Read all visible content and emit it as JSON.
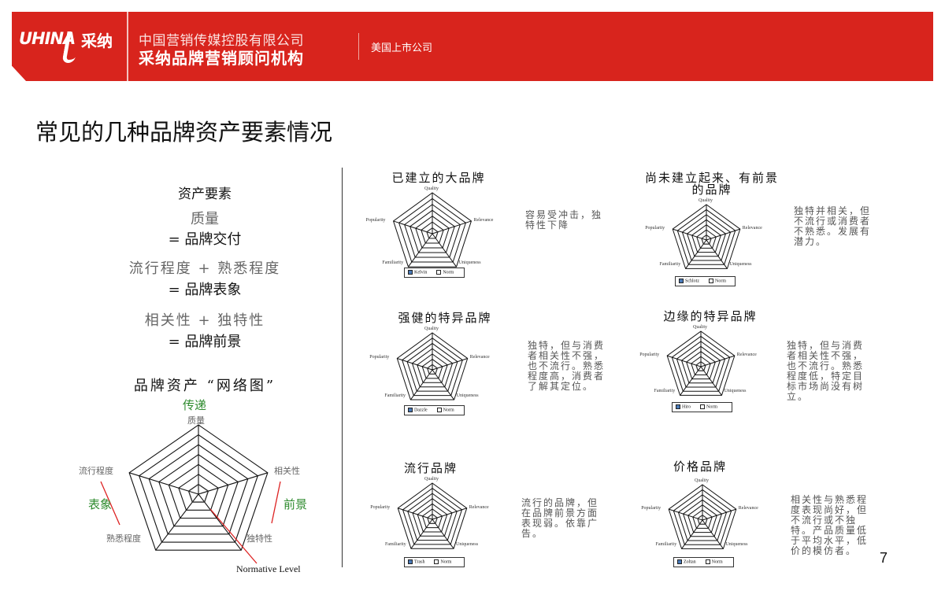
{
  "header": {
    "logo_text": "UHINA",
    "logo_cn": "采纳",
    "company_line1": "中国营销传媒控股有限公司",
    "company_line2": "采纳品牌营销顾问机构",
    "listed": "美国上市公司",
    "color": "#d8241d"
  },
  "title": "常见的几种品牌资产要素情况",
  "left": {
    "heading": "资产要素",
    "lines": [
      {
        "a": "质量",
        "b": "= 品牌交付"
      },
      {
        "a": "流行程度 + 熟悉程度",
        "b": "= 品牌表象"
      },
      {
        "a": "相关性 + 独特性",
        "b": "= 品牌前景"
      }
    ],
    "net_title": "品牌资产 “网络图”",
    "axes": [
      "质量",
      "相关性",
      "独特性",
      "熟悉程度",
      "流行程度"
    ],
    "group_top": "传递",
    "group_left": "表象",
    "group_right": "前景",
    "normative": "Normative Level",
    "green": "#2e8b2e"
  },
  "chart_data": [
    {
      "type": "radar",
      "title": "已建立的大品牌",
      "axes": [
        "Quality",
        "Relevance",
        "Uniqueness",
        "Familiarity",
        "Popularity"
      ],
      "legend": [
        "Kelvin",
        "Norm"
      ],
      "note": "容易受冲击，独特性下降"
    },
    {
      "type": "radar",
      "title": "尚未建立起来、有前景的品牌",
      "axes": [
        "Quality",
        "Relevance",
        "Uniqueness",
        "Familiarity",
        "Popularity"
      ],
      "legend": [
        "Schlotz",
        "Norm"
      ],
      "note": "独特并相关，但不流行或消费者不熟悉。发展有潜力。"
    },
    {
      "type": "radar",
      "title": "强健的特异品牌",
      "axes": [
        "Quality",
        "Relevance",
        "Uniqueness",
        "Familiarity",
        "Popularity"
      ],
      "legend": [
        "Dazzle",
        "Norm"
      ],
      "note": "独特，但与消费者相关性不强，也不流行。熟悉程度高，消费者了解其定位。"
    },
    {
      "type": "radar",
      "title": "边缘的特异品牌",
      "axes": [
        "Quality",
        "Relevance",
        "Uniqueness",
        "Familiarity",
        "Popularity"
      ],
      "legend": [
        "Hiro",
        "Norm"
      ],
      "note": "独特，但与消费者相关性不强，也不流行。熟悉程度低，特定目标市场尚没有树立。"
    },
    {
      "type": "radar",
      "title": "流行品牌",
      "axes": [
        "Quality",
        "Relevance",
        "Uniqueness",
        "Familiarity",
        "Popularity"
      ],
      "legend": [
        "Trash",
        "Norm"
      ],
      "note": "流行的品牌，但在品牌前景方面表现弱。依靠广告。"
    },
    {
      "type": "radar",
      "title": "价格品牌",
      "axes": [
        "Quality",
        "Relevance",
        "Uniqueness",
        "Familiarity",
        "Popularity"
      ],
      "legend": [
        "Zoltan",
        "Norm"
      ],
      "note": "相关性与熟悉程度表现尚好，但不流行或不独特。产品质量低于平均水平，低价的模仿者。"
    }
  ],
  "page_number": "7"
}
